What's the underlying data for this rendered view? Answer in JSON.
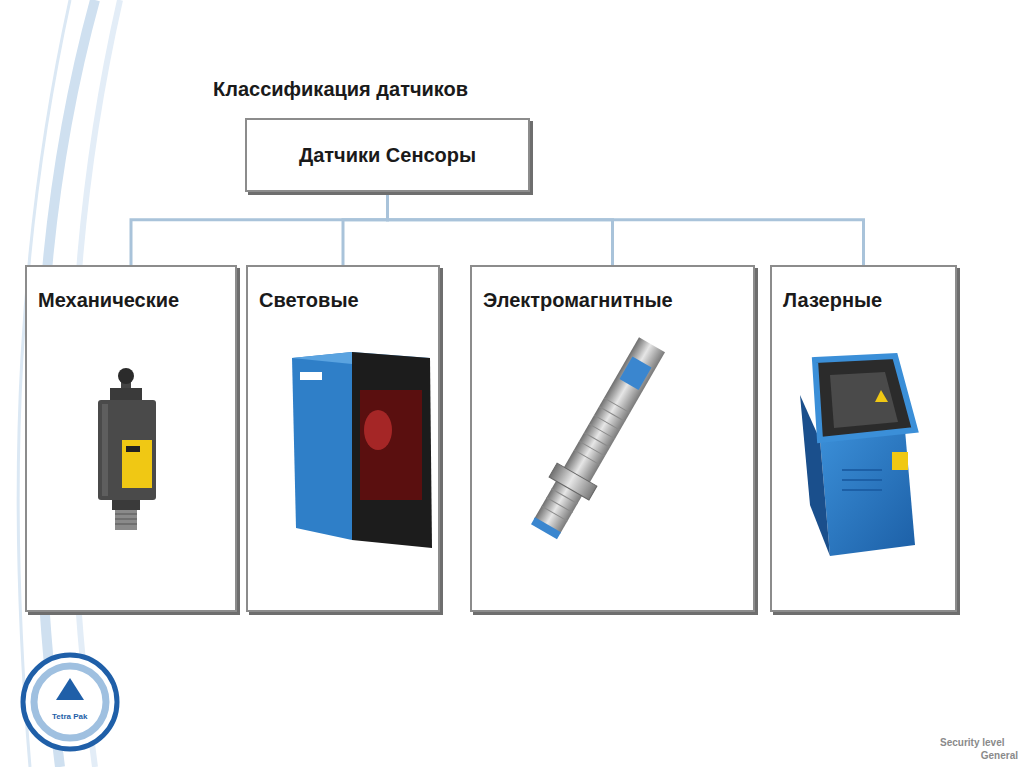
{
  "diagram": {
    "title": "Классификация датчиков",
    "nodes": [
      {
        "text": [
          "Датчики Сенсоры"
        ]
      },
      {
        "text": [
          "Механические"
        ]
      },
      {
        "text": [
          "Световые"
        ]
      },
      {
        "text": [
          "Электромагнитные"
        ]
      },
      {
        "text": [
          "Лазерные"
        ]
      }
    ],
    "edges": [
      {
        "from": 0,
        "to": 1,
        "arrow": "none"
      },
      {
        "from": 0,
        "to": 2,
        "arrow": "none"
      },
      {
        "from": 0,
        "to": 3,
        "arrow": "none"
      },
      {
        "from": 0,
        "to": 4,
        "arrow": "none"
      }
    ],
    "labels": [
      "Security level",
      "General",
      "Tetra Pak"
    ]
  }
}
